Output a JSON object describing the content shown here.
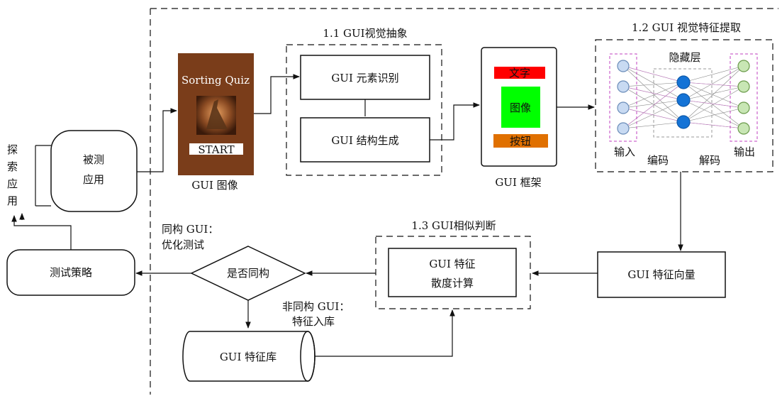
{
  "left_side": {
    "explore_app_chars": [
      "探",
      "索",
      "应",
      "用"
    ],
    "app_under_test": [
      "被测",
      "应用"
    ],
    "test_strategy": "测试策略"
  },
  "gui_image": {
    "caption": "GUI 图像",
    "app_title": "Sorting Quiz",
    "start_label": "START",
    "bg_color": "#7a3d1a"
  },
  "section_1_1": {
    "title": "1.1 GUI视觉抽象",
    "element_recognition": "GUI 元素识别",
    "structure_generation": "GUI 结构生成"
  },
  "gui_frame": {
    "caption": "GUI 框架",
    "text_label": "文字",
    "image_label": "图像",
    "button_label": "按钮",
    "text_color": "#ff0000",
    "image_color": "#00ff00",
    "button_color": "#e07000"
  },
  "section_1_2": {
    "title": "1.2 GUI 视觉特征提取",
    "hidden_layer": "隐藏层",
    "input": "输入",
    "output": "输出",
    "encode": "编码",
    "decode": "解码",
    "input_color": "#c8daf2",
    "hidden_color": "#1473d6",
    "output_color": "#c8e6b4"
  },
  "feature_vector": "GUI 特征向量",
  "section_1_3": {
    "title": "1.3 GUI相似判断",
    "divergence": [
      "GUI 特征",
      "散度计算"
    ]
  },
  "decision": {
    "label": "是否同构",
    "isomorphic_note": [
      "同构 GUI：",
      "优化测试"
    ],
    "non_isomorphic_note": [
      "非同构 GUI：",
      "特征入库"
    ]
  },
  "feature_db": "GUI 特征库"
}
